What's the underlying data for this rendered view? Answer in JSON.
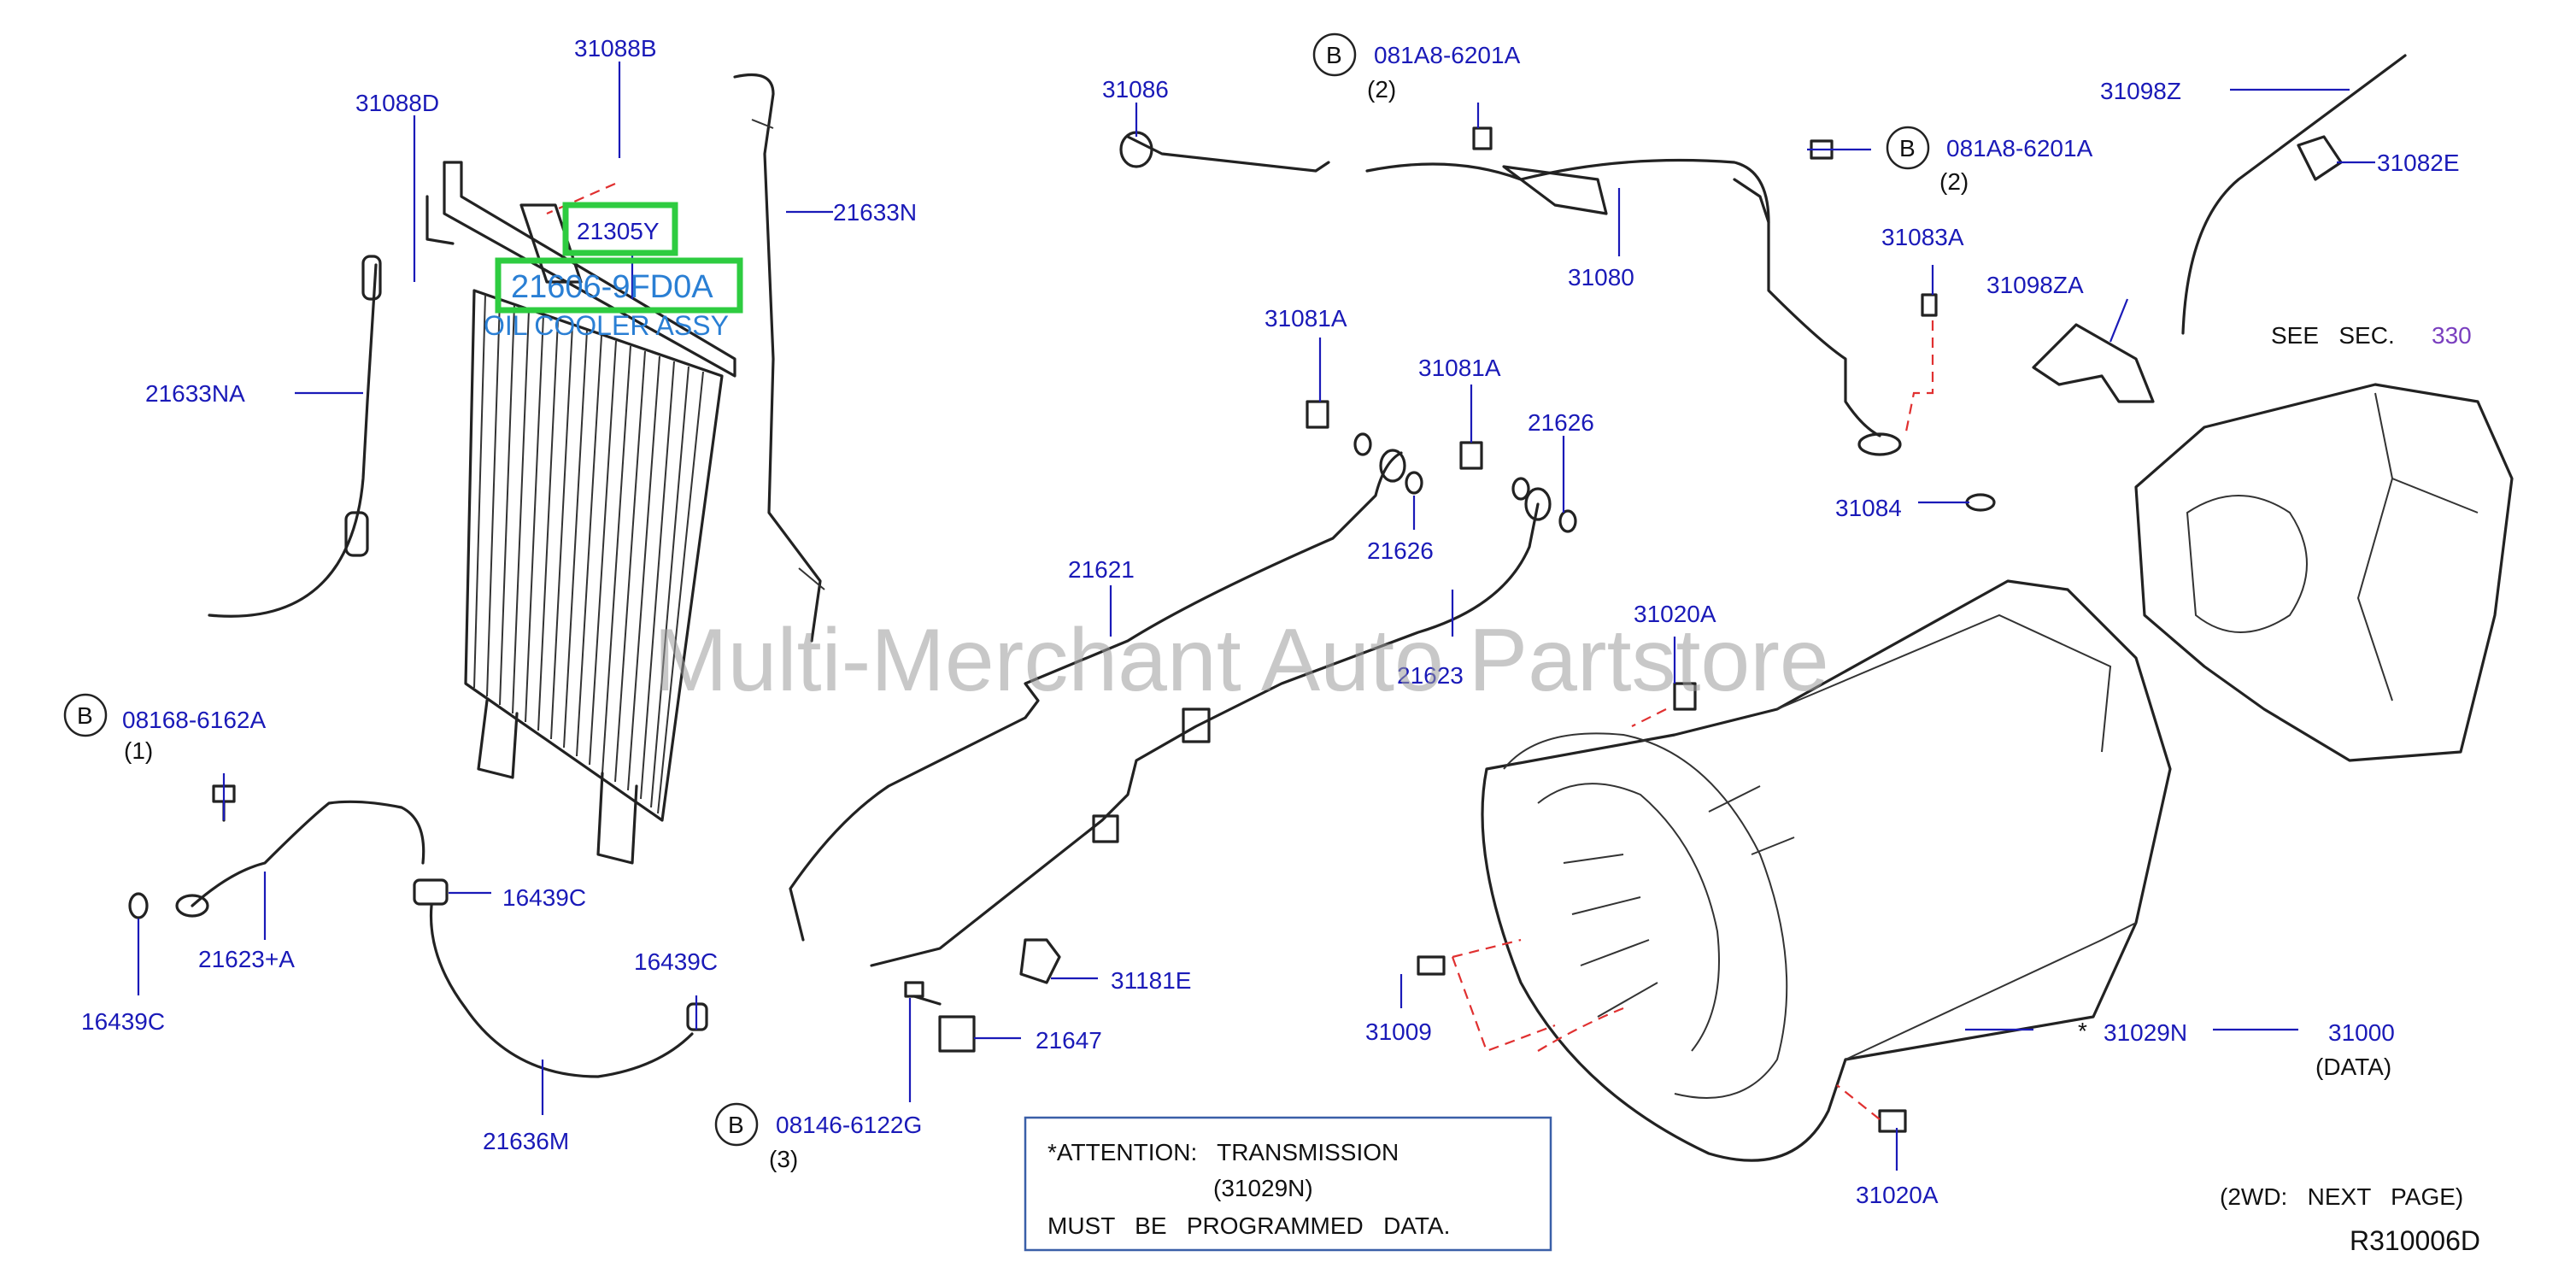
{
  "callouts": {
    "c31088B": "31088B",
    "c31088D": "31088D",
    "c21305Y": "21305Y",
    "c21606": "21606-9FD0A",
    "c_oilcooler": "OIL COOLER ASSY",
    "c21633N": "21633N",
    "c21633NA": "21633NA",
    "c31086": "31086",
    "c081A8_a": "081A8-6201A",
    "c081A8_a_qty": "(2)",
    "c081A8_b": "081A8-6201A",
    "c081A8_b_qty": "(2)",
    "c31098Z": "31098Z",
    "c31082E": "31082E",
    "c31080": "31080",
    "c31083A": "31083A",
    "c31098ZA": "31098ZA",
    "c31081A_1": "31081A",
    "c31081A_2": "31081A",
    "c21626_1": "21626",
    "c21626_2": "21626",
    "c31084": "31084",
    "c21621": "21621",
    "c21623": "21623",
    "c31020A_top": "31020A",
    "c08168": "08168-6162A",
    "c08168_qty": "(1)",
    "c16439C_1": "16439C",
    "c16439C_2": "16439C",
    "c16439C_3": "16439C",
    "c21623A": "21623+A",
    "c21636M": "21636M",
    "c31181E": "31181E",
    "c21647": "21647",
    "c08146": "08146-6122G",
    "c08146_qty": "(3)",
    "c31009": "31009",
    "c31020A_bot": "31020A",
    "c31029N": "31029N",
    "c31029N_star": "*",
    "c31000": "31000",
    "c31000_sub": "(DATA)",
    "b_circle": "B"
  },
  "see_sec": {
    "text": "SEE   SEC.",
    "number": "330"
  },
  "attention": {
    "line1": "*ATTENTION:   TRANSMISSION",
    "line2": "(31029N)",
    "line3": "MUST   BE   PROGRAMMED   DATA."
  },
  "footer": {
    "note": "(2WD:   NEXT   PAGE)",
    "code": "R310006D"
  },
  "watermark": "Multi-Merchant Auto Partstore",
  "colors": {
    "label": "#1a1ab8",
    "highlight": "#2ecc40",
    "leader_dashed": "#e03030",
    "oilcooler_label": "#2a7fd4"
  }
}
